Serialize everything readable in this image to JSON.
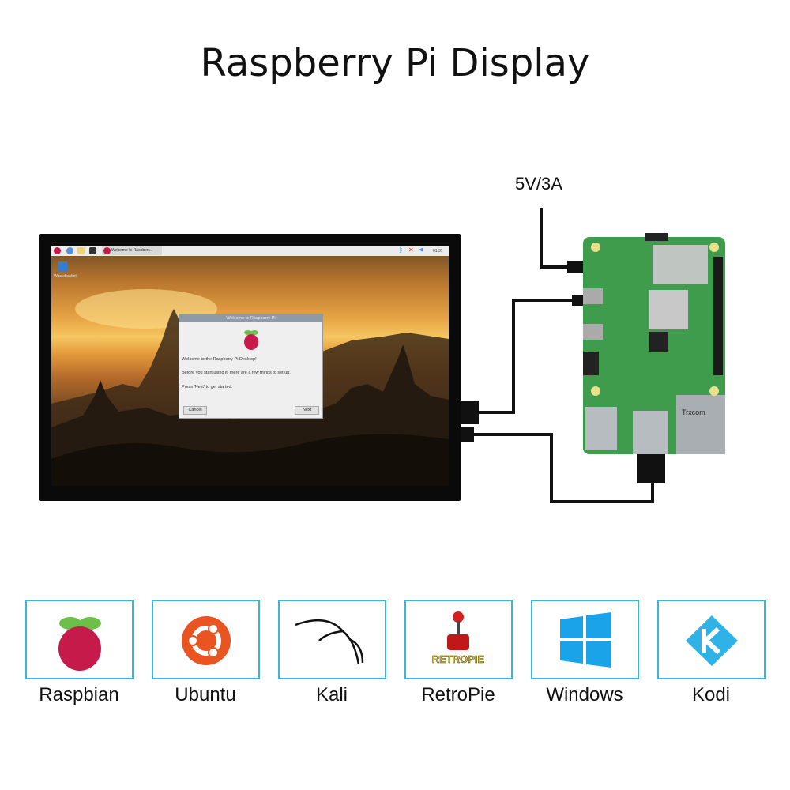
{
  "title": "Raspberry Pi Display",
  "power_label": "5V/3A",
  "screen": {
    "taskbar": {
      "window_button": "Welcome to Raspberr...",
      "clock": "01:31"
    },
    "desktop_icon_label": "Wastebasket",
    "dialog": {
      "title": "Welcome to Raspberry Pi",
      "line1": "Welcome to the Raspberry Pi Desktop!",
      "line2": "Before you start using it, there are a few things to set up.",
      "line3": "Press 'Next' to get started.",
      "cancel": "Cancel",
      "next": "Next"
    }
  },
  "board": {
    "chip_label": "Trxcom"
  },
  "os_list": [
    {
      "label": "Raspbian",
      "icon": "raspberry-icon"
    },
    {
      "label": "Ubuntu",
      "icon": "ubuntu-icon"
    },
    {
      "label": "Kali",
      "icon": "kali-dragon-icon"
    },
    {
      "label": "RetroPie",
      "icon": "retropie-joystick-icon",
      "logo_text": "RETROPIE"
    },
    {
      "label": "Windows",
      "icon": "windows-icon"
    },
    {
      "label": "Kodi",
      "icon": "kodi-icon"
    }
  ],
  "colors": {
    "box_border": "#3cb4e0",
    "board_green": "#3f9c4c",
    "ubuntu": "#e95420",
    "windows": "#1aa3e8",
    "kodi": "#2fb3e6"
  }
}
